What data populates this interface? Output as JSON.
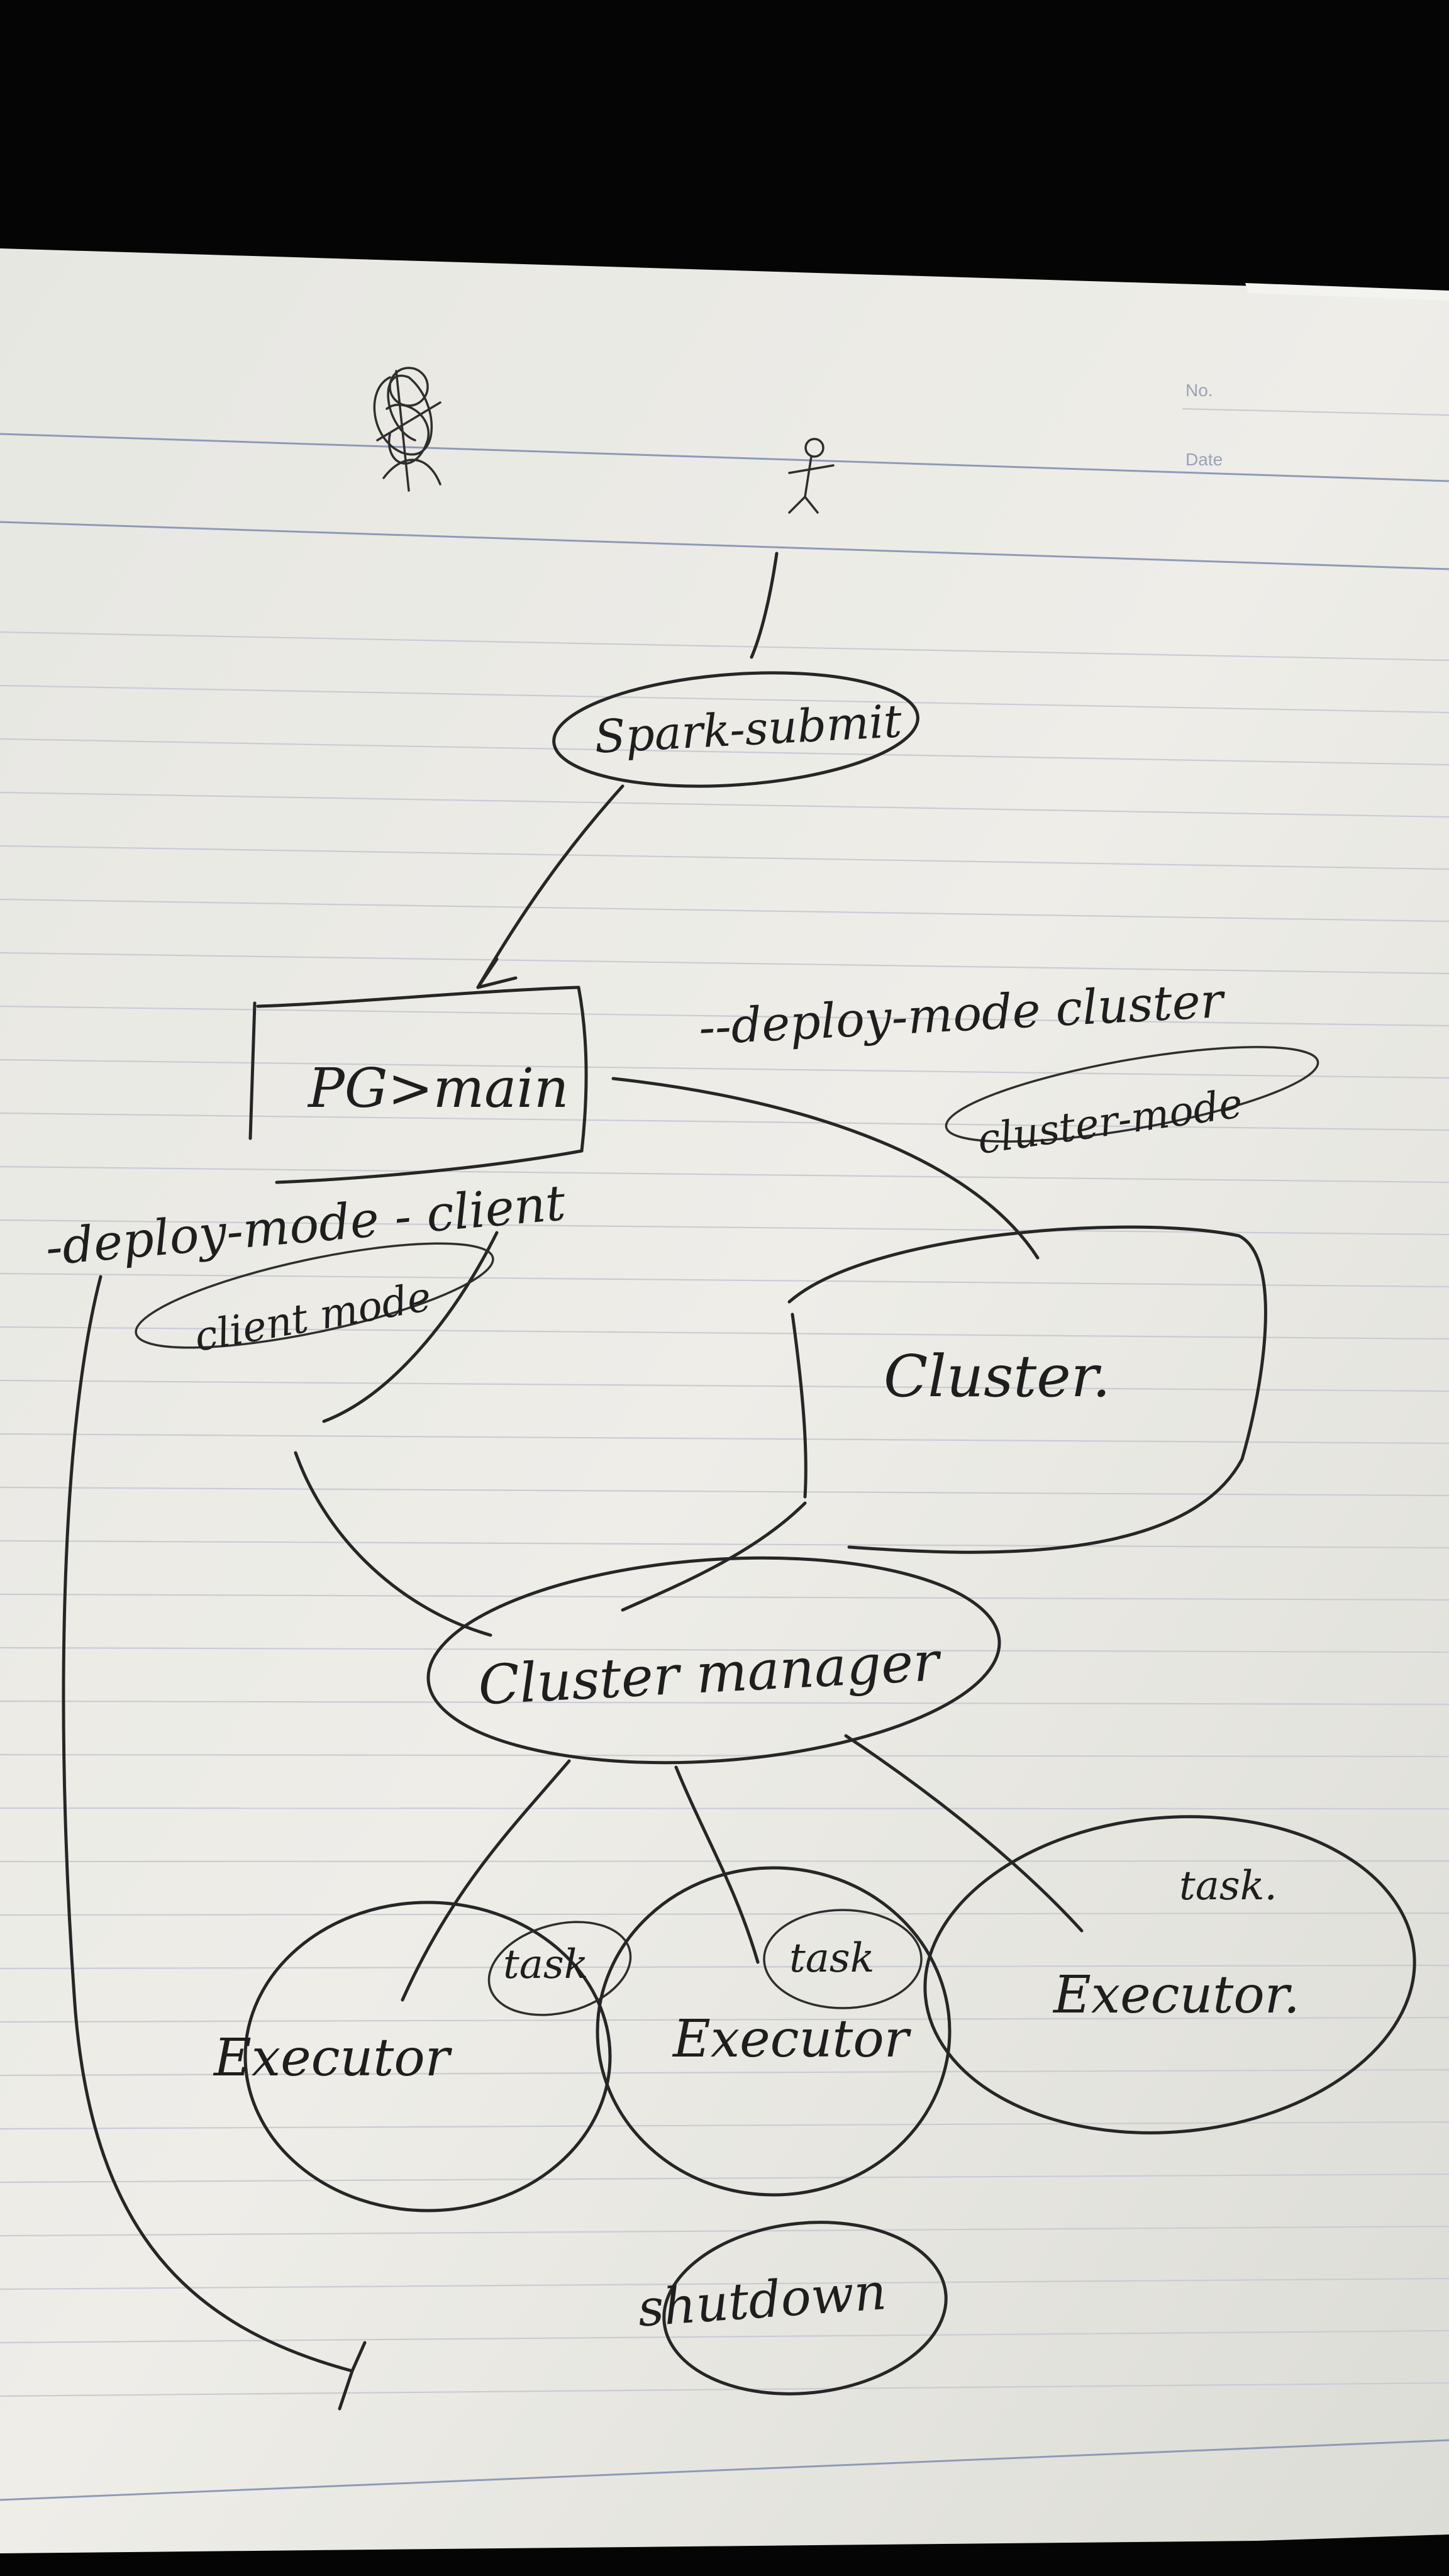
{
  "header": {
    "no_label": "No.",
    "date_label": "Date"
  },
  "diagram": {
    "nodes": {
      "spark_submit": "Spark-submit",
      "main": "PG>main",
      "cluster": "Cluster.",
      "cluster_manager": "Cluster manager",
      "executor_1": "Executor",
      "executor_2": "Executor",
      "executor_3": "Executor.",
      "task_1": "task",
      "task_2": "task",
      "task_3": "task.",
      "shutdown": "shutdown"
    },
    "labels": {
      "deploy_mode_cluster": "--deploy-mode cluster",
      "cluster_mode": "cluster-mode",
      "deploy_mode_client": "-deploy-mode - client",
      "client_mode": "client mode"
    }
  },
  "colors": {
    "paper": "#ecebe6",
    "ink": "#262626",
    "ruled_line": "#c9ccd3",
    "margin_line": "#8f9ab8",
    "background": "#050505"
  }
}
